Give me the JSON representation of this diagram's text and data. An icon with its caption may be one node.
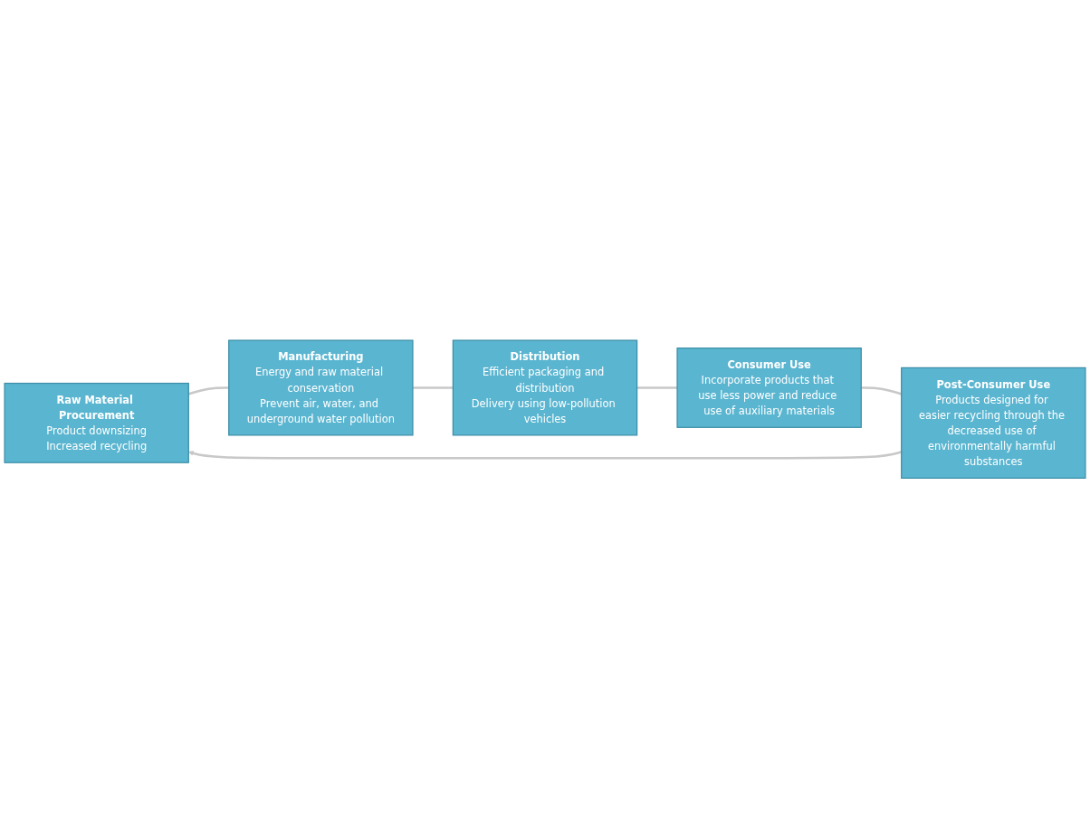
{
  "diagram": {
    "nodes": [
      {
        "text": [
          "Raw Material Procurement",
          "Product downsizing",
          "Increased recycling"
        ]
      },
      {
        "text": [
          "Manufacturing",
          "Energy and raw material conservation",
          "Prevent air, water, and underground water pollution"
        ]
      },
      {
        "text": [
          "Distribution",
          "Efficient packaging and distribution",
          "Delivery using low-pollution vehicles"
        ]
      },
      {
        "text": [
          "Consumer Use",
          "Incorporate products that use less power and reduce use of auxiliary materials"
        ]
      },
      {
        "text": [
          "Post-Consumer Use",
          "Products designed for easier recycling through the decreased use of environmentally harmful substances"
        ]
      }
    ],
    "edges": [
      {
        "from": 0,
        "to": 1,
        "arrow": "none"
      },
      {
        "from": 1,
        "to": 2,
        "arrow": "none"
      },
      {
        "from": 2,
        "to": 3,
        "arrow": "none"
      },
      {
        "from": 3,
        "to": 4,
        "arrow": "none"
      },
      {
        "from": 4,
        "to": 0,
        "arrow": "to"
      }
    ]
  }
}
